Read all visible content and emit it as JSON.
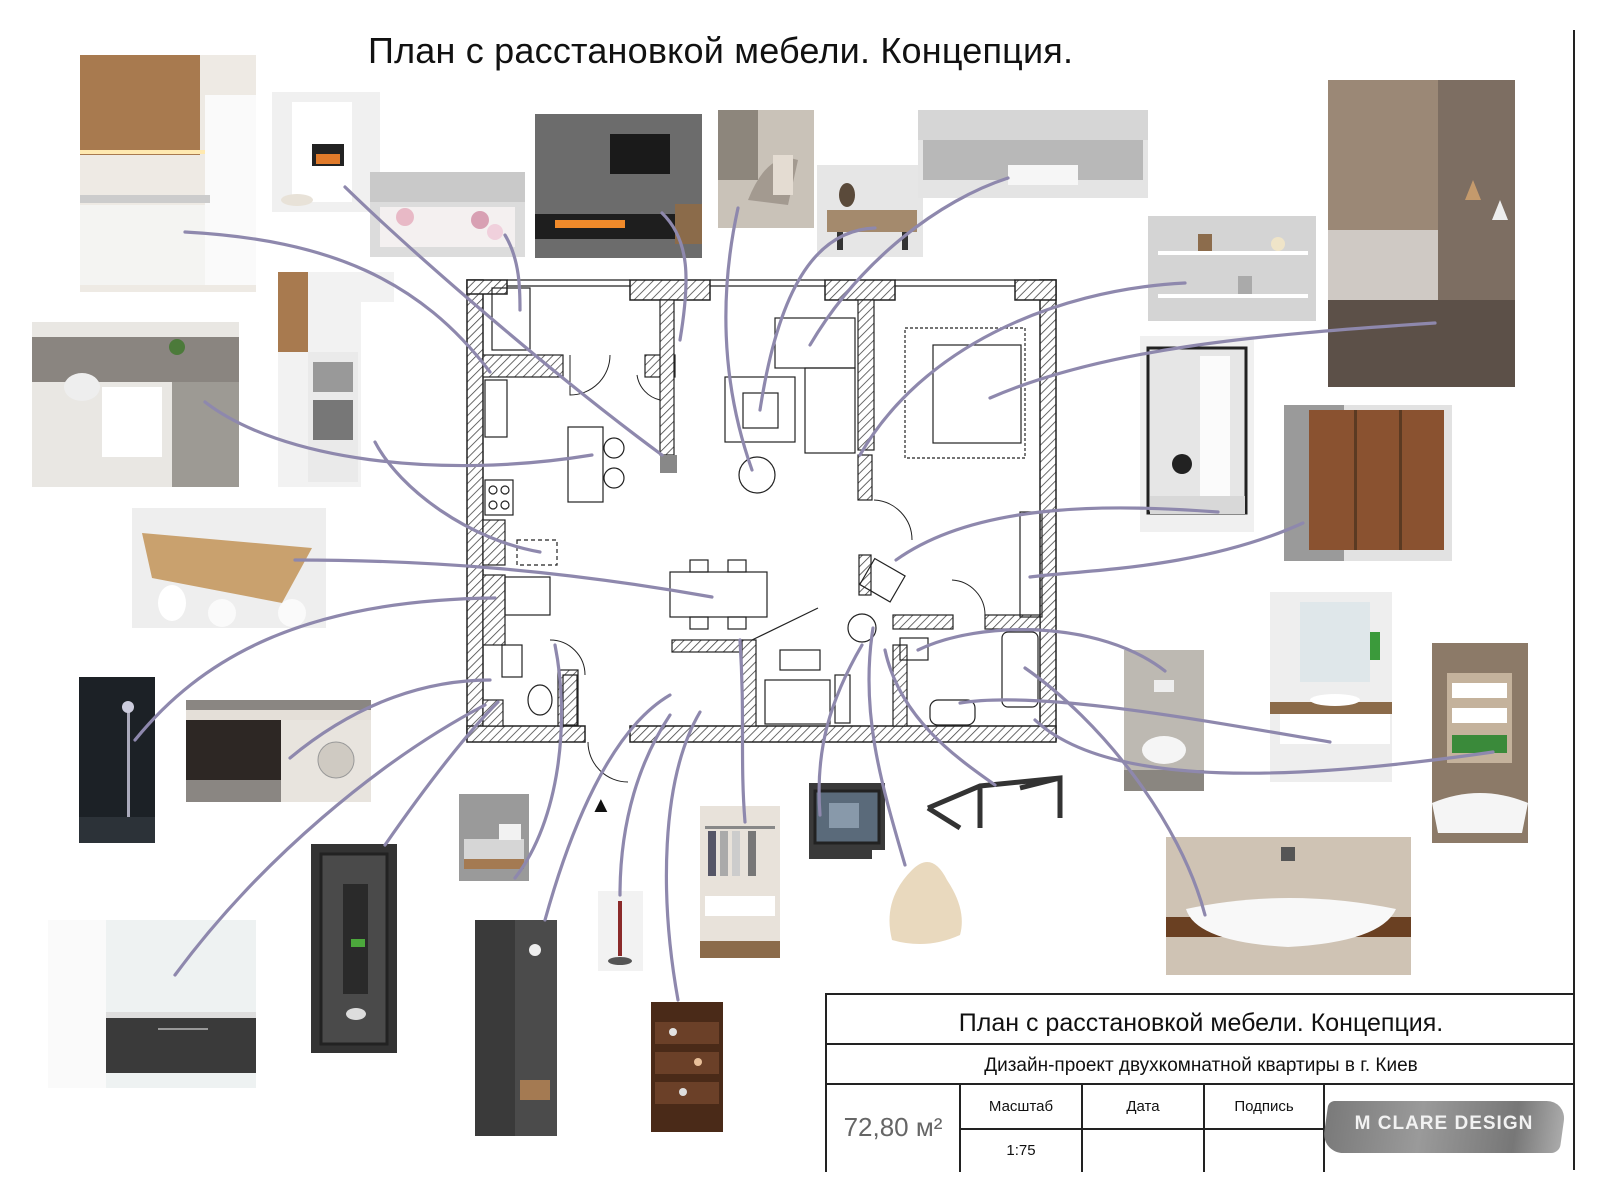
{
  "title": "План с расстановкой мебели. Концепция.",
  "title_block": {
    "title": "План с расстановкой мебели. Концепция.",
    "subtitle": "Дизайн-проект двухкомнатной квартиры в г. Киев",
    "area": "72,80 м²",
    "scale_label": "Масштаб",
    "scale_value": "1:75",
    "date_label": "Дата",
    "signature_label": "Подпись",
    "logo_text": "M CLARE DESIGN"
  },
  "north_marker": "▲",
  "colors": {
    "leader_line": "#8e88ad",
    "wall_hatch": "#444444",
    "wood": "#a87a4f",
    "dark_wood": "#5b3a22",
    "gray": "#9a9a9a"
  },
  "reference_photos": [
    {
      "name": "kitchen-cabinets-photo"
    },
    {
      "name": "fireplace-white-photo"
    },
    {
      "name": "window-seat-photo"
    },
    {
      "name": "tv-fireplace-wall-photo"
    },
    {
      "name": "lounge-chair-photo"
    },
    {
      "name": "coffee-table-photo"
    },
    {
      "name": "gray-sofa-photo"
    },
    {
      "name": "wall-shelves-photo"
    },
    {
      "name": "bedroom-photo"
    },
    {
      "name": "kitchen-island-photo"
    },
    {
      "name": "built-in-oven-photo"
    },
    {
      "name": "floor-mirror-photo"
    },
    {
      "name": "wooden-wardrobe-photo"
    },
    {
      "name": "dining-table-photo"
    },
    {
      "name": "bathroom-vanity-photo"
    },
    {
      "name": "wall-toilet-photo"
    },
    {
      "name": "bathtub-niche-photo"
    },
    {
      "name": "shower-photo"
    },
    {
      "name": "laundry-cabinet-photo"
    },
    {
      "name": "pull-up-bar-photo"
    },
    {
      "name": "tv-monitor-photo"
    },
    {
      "name": "hall-bench-photo"
    },
    {
      "name": "glass-door-bathroom-photo"
    },
    {
      "name": "wardrobe-interior-photo"
    },
    {
      "name": "bean-bag-photo"
    },
    {
      "name": "freestanding-bathtub-photo"
    },
    {
      "name": "double-vanity-photo"
    },
    {
      "name": "umbrella-stand-photo"
    },
    {
      "name": "hallway-hooks-photo"
    },
    {
      "name": "shoe-cabinet-photo"
    }
  ]
}
